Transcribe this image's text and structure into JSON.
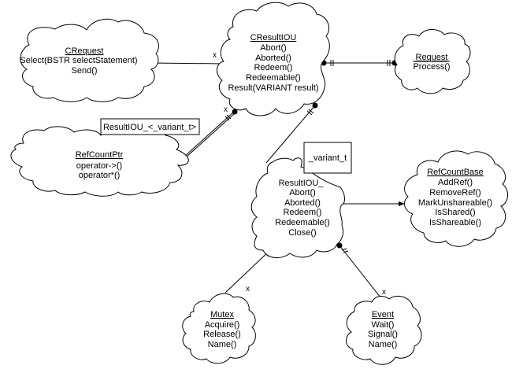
{
  "classes": [
    {
      "id": "crequest",
      "name": "CRequest",
      "members": [
        "Select(BSTR selectStatement)",
        "Send()"
      ]
    },
    {
      "id": "cresultiou",
      "name": "CResultIOU",
      "members": [
        "Abort()",
        "Aborted()",
        "Redeem()",
        "Redeemable()",
        "Result(VARIANT result)"
      ]
    },
    {
      "id": "request",
      "name": "Request",
      "members": [
        "Process()"
      ]
    },
    {
      "id": "refcountptr",
      "name": "RefCountPtr",
      "members": [
        "operator->()",
        "operator*()"
      ]
    },
    {
      "id": "resultiou",
      "name": "ResultIOU_",
      "members": [
        "Abort()",
        "Aborted()",
        "Redeem()",
        "Redeemable()",
        "Close()"
      ]
    },
    {
      "id": "refcountbase",
      "name": "RefCountBase",
      "members": [
        "AddRef()",
        "RemoveRef()",
        "MarkUnshareable()",
        "IsShared()",
        "IsShareable()"
      ]
    },
    {
      "id": "mutex",
      "name": "Mutex",
      "members": [
        "Acquire()",
        "Release()",
        "Name()"
      ]
    },
    {
      "id": "event",
      "name": "Event",
      "members": [
        "Wait()",
        "Signal()",
        "Name()"
      ]
    }
  ],
  "parameter_boxes": [
    {
      "id": "refcountptr-param",
      "text": "ResultIOU_<_variant_t>"
    },
    {
      "id": "resultiou-param",
      "text": "_variant_t"
    }
  ],
  "relationships": [
    {
      "from": "CRequest",
      "to": "CResultIOU",
      "type": "using",
      "label": "x"
    },
    {
      "from": "CResultIOU",
      "to": "Request",
      "type": "has",
      "label": ""
    },
    {
      "from": "RefCountPtr",
      "to": "CResultIOU",
      "type": "has",
      "label": "x"
    },
    {
      "from": "ResultIOU_",
      "to": "CResultIOU",
      "type": "has",
      "label": ""
    },
    {
      "from": "ResultIOU_",
      "to": "RefCountBase",
      "type": "inherits",
      "label": ""
    },
    {
      "from": "Mutex",
      "to": "ResultIOU_",
      "type": "has",
      "label": "x"
    },
    {
      "from": "Event",
      "to": "ResultIOU_",
      "type": "has",
      "label": "x"
    }
  ]
}
